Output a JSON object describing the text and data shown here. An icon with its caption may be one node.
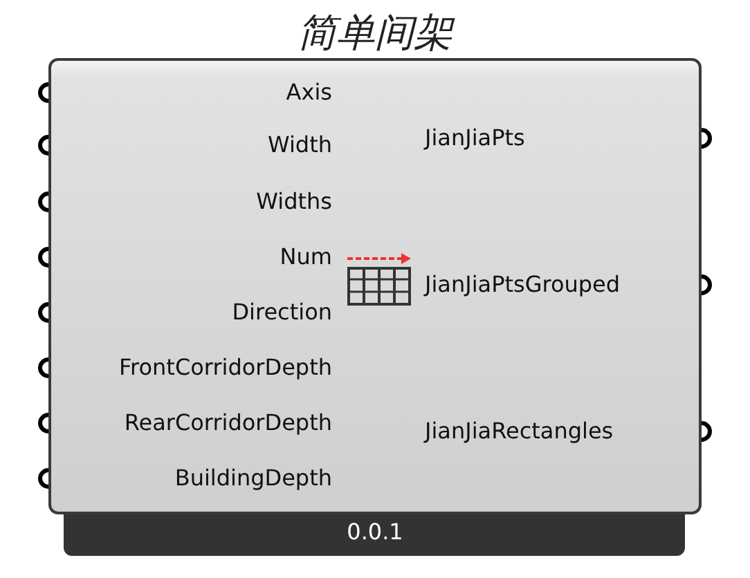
{
  "diagram": {
    "title": "简单间架",
    "labels": [
      "Axis",
      "Width",
      "Widths",
      "Num",
      "Direction",
      "FrontCorridorDepth",
      "RearCorridorDepth",
      "BuildingDepth",
      "JianJiaPts",
      "JianJiaPtsGrouped",
      "JianJiaRectangles",
      "0.0.1"
    ]
  }
}
